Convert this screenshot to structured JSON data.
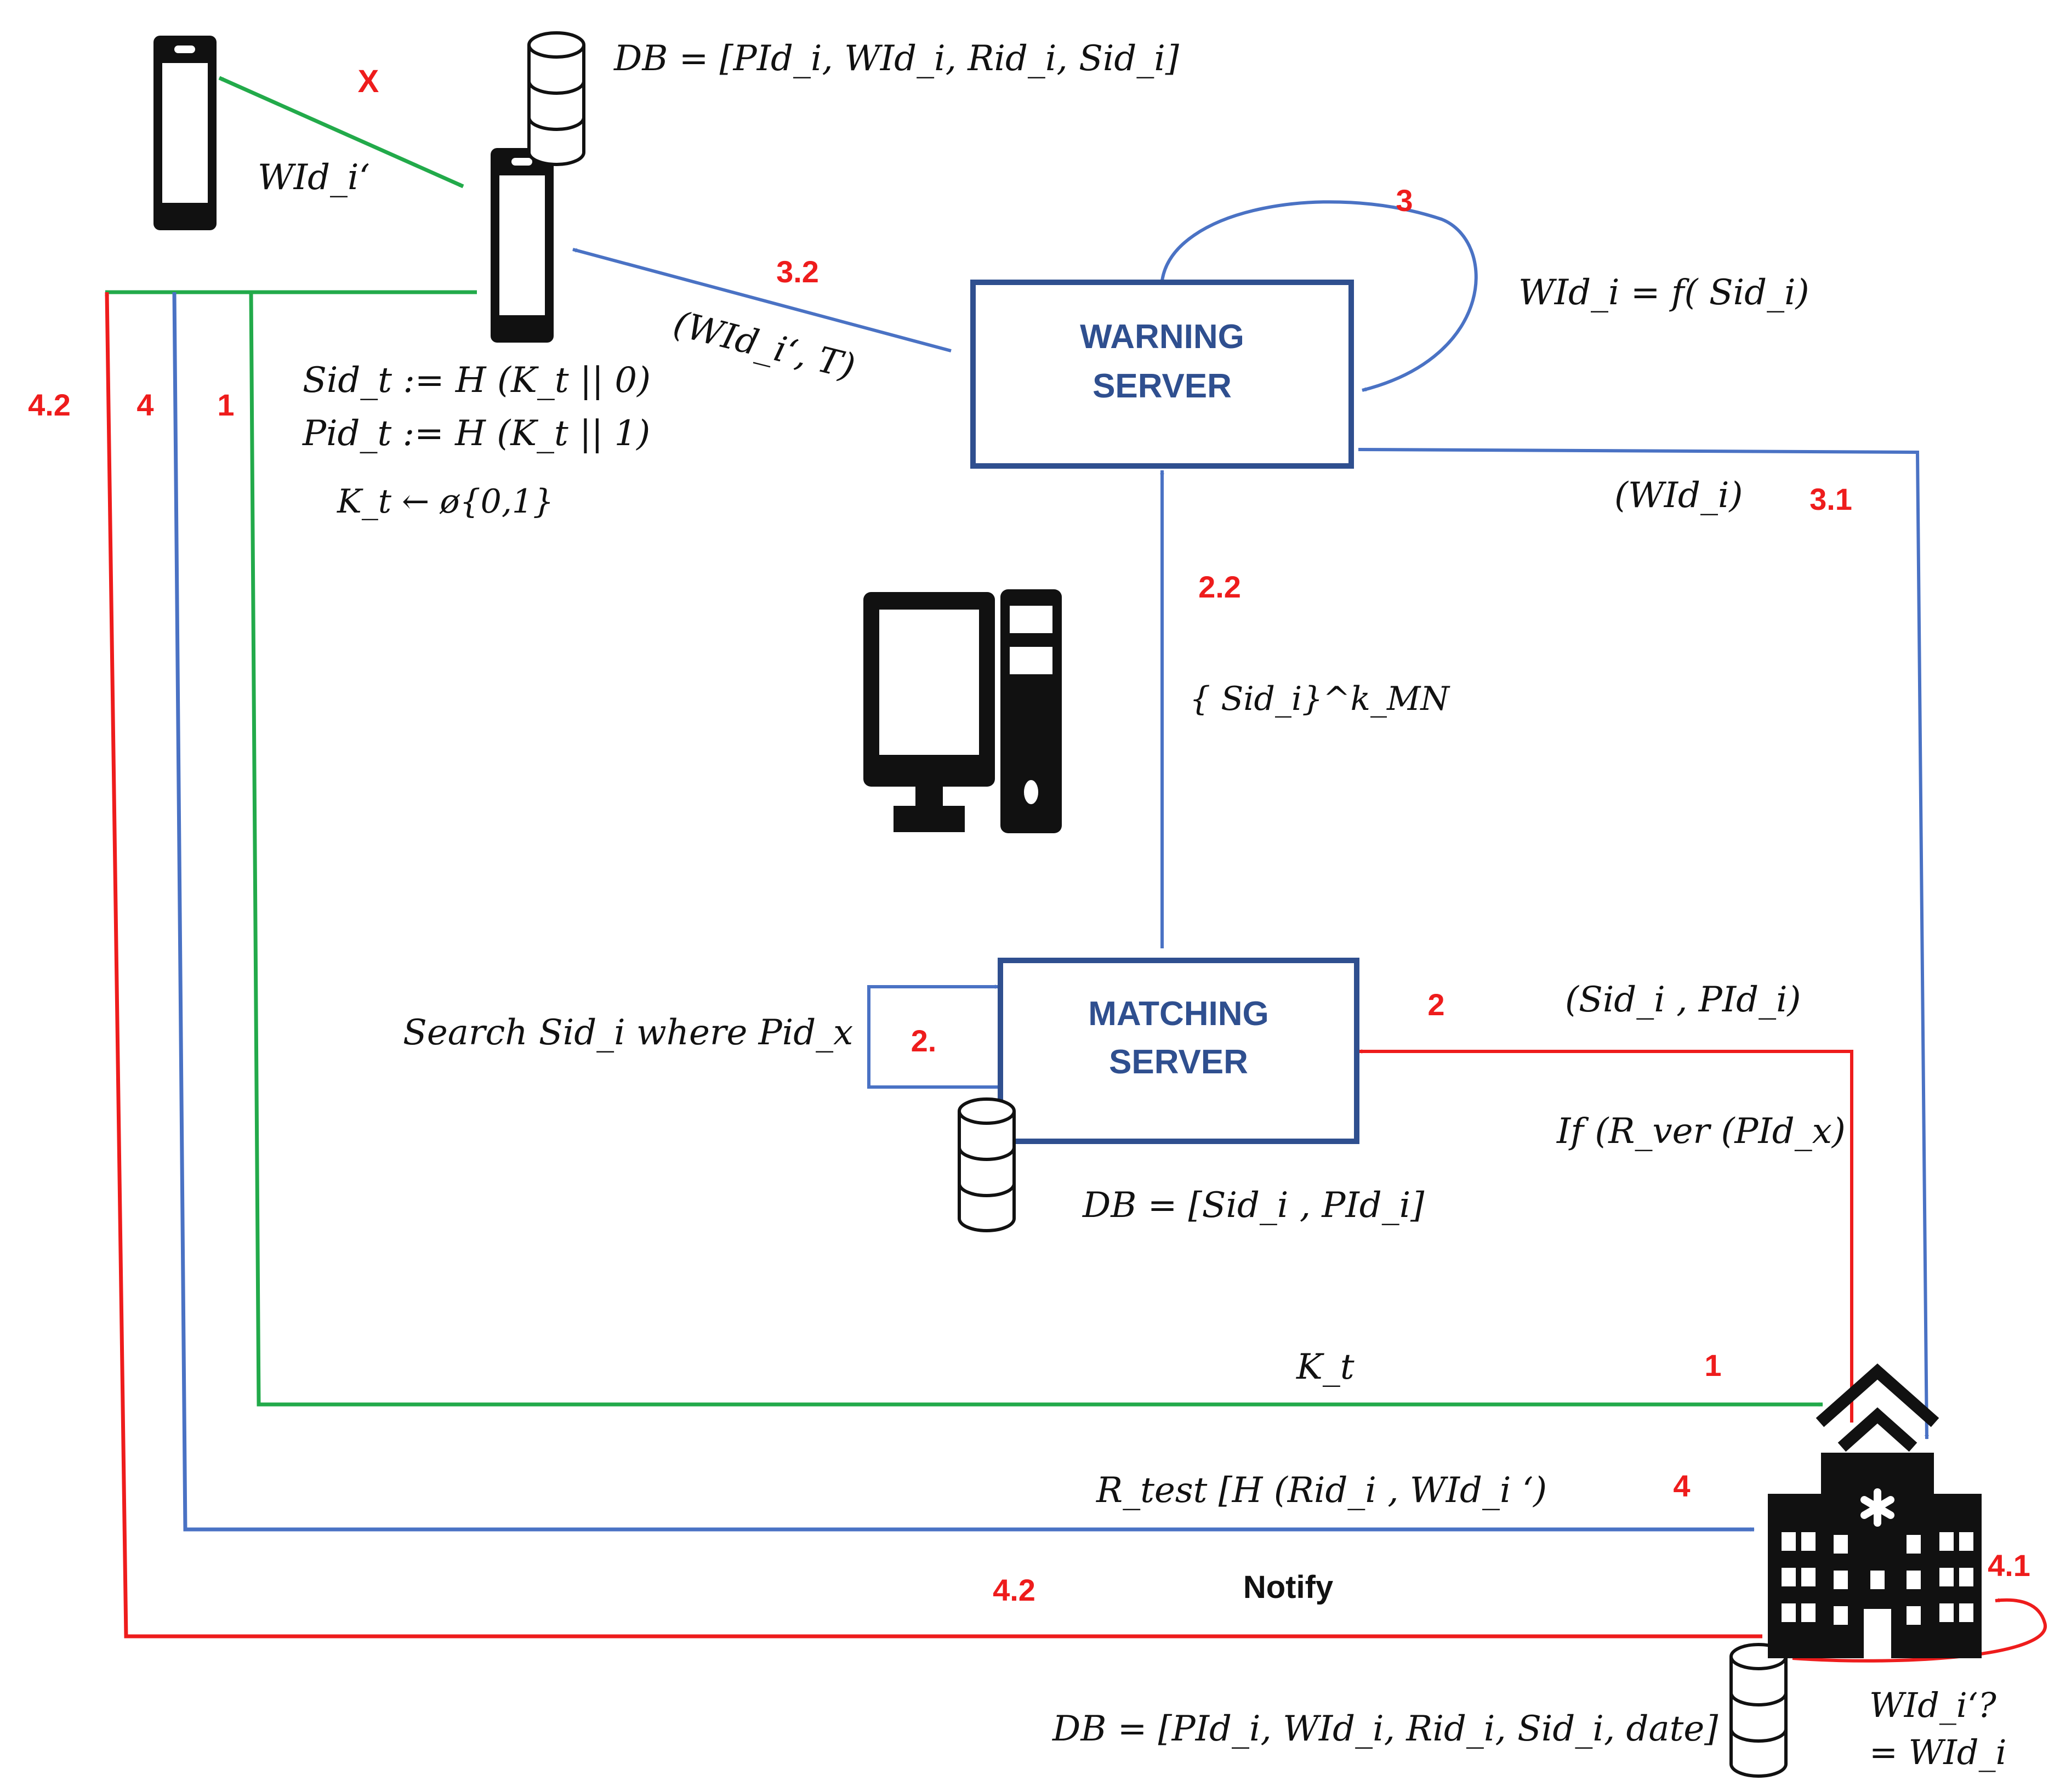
{
  "colors": {
    "red": "#ee1c1c",
    "green": "#22aa4a",
    "blue": "#4a72c4",
    "server_border": "#2f4f8f",
    "server_text": "#2f4f8f"
  },
  "icons": [
    "phone-icon",
    "database-icon",
    "computer-icon",
    "hospital-icon"
  ],
  "phone_top": {
    "db": "DB = [PId_i, WId_i, Rid_i, Sid_i]",
    "sid": "Sid_t := H (K_t || 0)",
    "pid": "Pid_t := H (K_t || 1)",
    "kt": "K_t ← ø{0,1}"
  },
  "phone_left": {
    "label": "WId_i‘",
    "blocked": "X"
  },
  "warning_server": {
    "line1": "WARNING",
    "line2": "SERVER",
    "formula": "WId_i = f( Sid_i)"
  },
  "matching_server": {
    "line1": "MATCHING",
    "line2": "SERVER",
    "search": "Search Sid_i where Pid_x",
    "db": "DB = [Sid_i , PId_i]"
  },
  "messages": {
    "m32": "(WId_i‘, T)",
    "m31": "(WId_i)",
    "m22": "{ Sid_i}^k_MN",
    "m2": "(Sid_i , PId_i)",
    "if": "If (R_ver (PId_x)",
    "kt": "K_t",
    "rtest": "R_test [H (Rid_i , WId_i ‘)",
    "notify": "Notify"
  },
  "hospital": {
    "db": "DB = [PId_i, WId_i, Rid_i, Sid_i, date]",
    "check1": "WId_i‘?",
    "check2": "= WId_i"
  },
  "steps": {
    "s1a": "1",
    "s1b": "1",
    "s2": "2",
    "s2dot": "2.",
    "s22": "2.2",
    "s3": "3",
    "s31": "3.1",
    "s32": "3.2",
    "s4a": "4",
    "s4b": "4",
    "s41": "4.1",
    "s42a": "4.2",
    "s42b": "4.2"
  }
}
